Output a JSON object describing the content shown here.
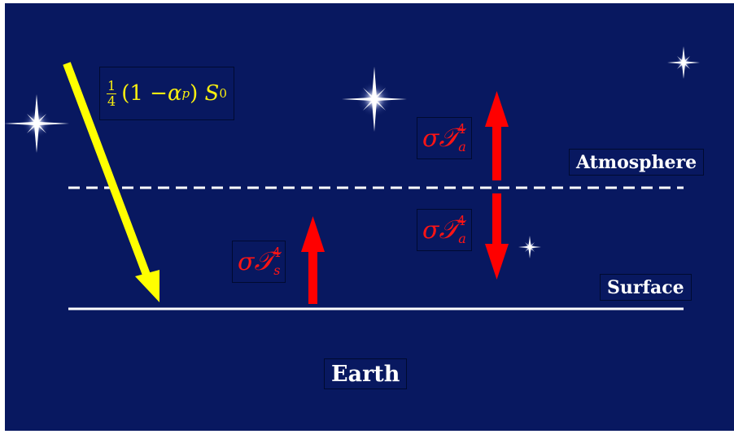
{
  "colors": {
    "background": "#081860",
    "incoming_arrow": "#ffff00",
    "flux_arrows": "#ff0000",
    "lines": "#ffffff",
    "flux_labels": "#ff1414",
    "solar_label": "#f8ee10"
  },
  "labels": {
    "atmosphere": "Atmosphere",
    "surface": "Surface",
    "earth": "Earth"
  },
  "math": {
    "solar": {
      "frac_num": "1",
      "frac_den": "4",
      "open": "(1 − ",
      "alpha": "α",
      "alpha_sub": "p",
      "close": ")",
      "S": "S",
      "S_sub": "0"
    },
    "atm_up": {
      "sigma": "σ",
      "T": "𝒯",
      "sup": "4",
      "sub": "a"
    },
    "atm_down": {
      "sigma": "σ",
      "T": "𝒯",
      "sup": "4",
      "sub": "a"
    },
    "surface_up": {
      "sigma": "σ",
      "T": "𝒯",
      "sup": "4",
      "sub": "s"
    }
  },
  "icons": {
    "stars": "star-icon",
    "arrows": "arrow-icon"
  }
}
